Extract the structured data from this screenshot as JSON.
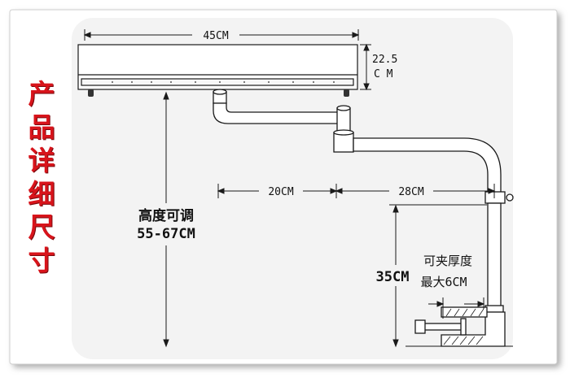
{
  "title_chars": [
    "产",
    "品",
    "详",
    "细",
    "尺",
    "寸"
  ],
  "dims": {
    "top_width": "45CM",
    "head_thick_1": "22.5",
    "head_thick_2": "C M",
    "arm_inner": "20CM",
    "arm_outer": "28CM",
    "height_1": "高度可调",
    "height_2": "55-67CM",
    "pole": "35CM",
    "clamp_1": "可夹厚度",
    "clamp_2": "最大6CM"
  },
  "colors": {
    "title_red": "#d8141b",
    "line": "#1a1a1a",
    "frame_shadow": "#b8b8b8"
  }
}
